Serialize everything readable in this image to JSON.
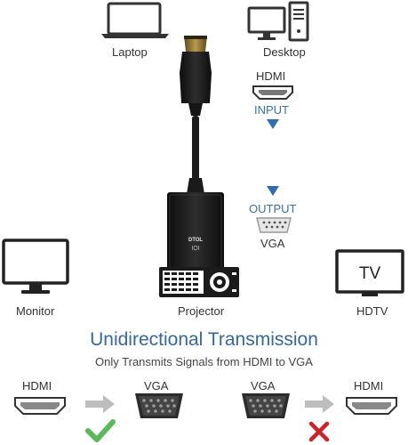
{
  "devices": {
    "laptop": "Laptop",
    "desktop": "Desktop",
    "monitor": "Monitor",
    "projector": "Projector",
    "hdtv": "HDTV",
    "tv_screen_text": "TV"
  },
  "adapter": {
    "input_port": "HDMI",
    "input_label": "INPUT",
    "output_label": "OUTPUT",
    "output_port": "VGA",
    "brand": "DTOL",
    "vga_mark": "IOI"
  },
  "heading": {
    "title": "Unidirectional Transmission",
    "subtitle": "Only Transmits Signals from HDMI to VGA"
  },
  "diagram": {
    "left_from": "HDMI",
    "left_to": "VGA",
    "left_status": "supported",
    "right_from": "VGA",
    "right_to": "HDMI",
    "right_status": "not supported"
  },
  "colors": {
    "accent_blue": "#3567a3",
    "check_green": "#5cb85c",
    "cross_red": "#cc2229",
    "arrow_gray": "#bdbdbd"
  }
}
